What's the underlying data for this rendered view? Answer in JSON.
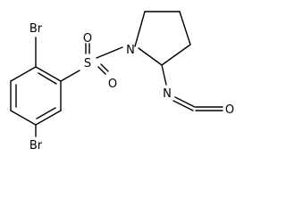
{
  "atoms": {
    "br_top": "Br",
    "br_bottom": "Br",
    "sulfur": "S",
    "oxygen_top": "O",
    "oxygen_bottom": "O",
    "nitrogen_ring": "N",
    "nitrogen_isocyanate": "N",
    "oxygen_isocyanate": "O"
  }
}
